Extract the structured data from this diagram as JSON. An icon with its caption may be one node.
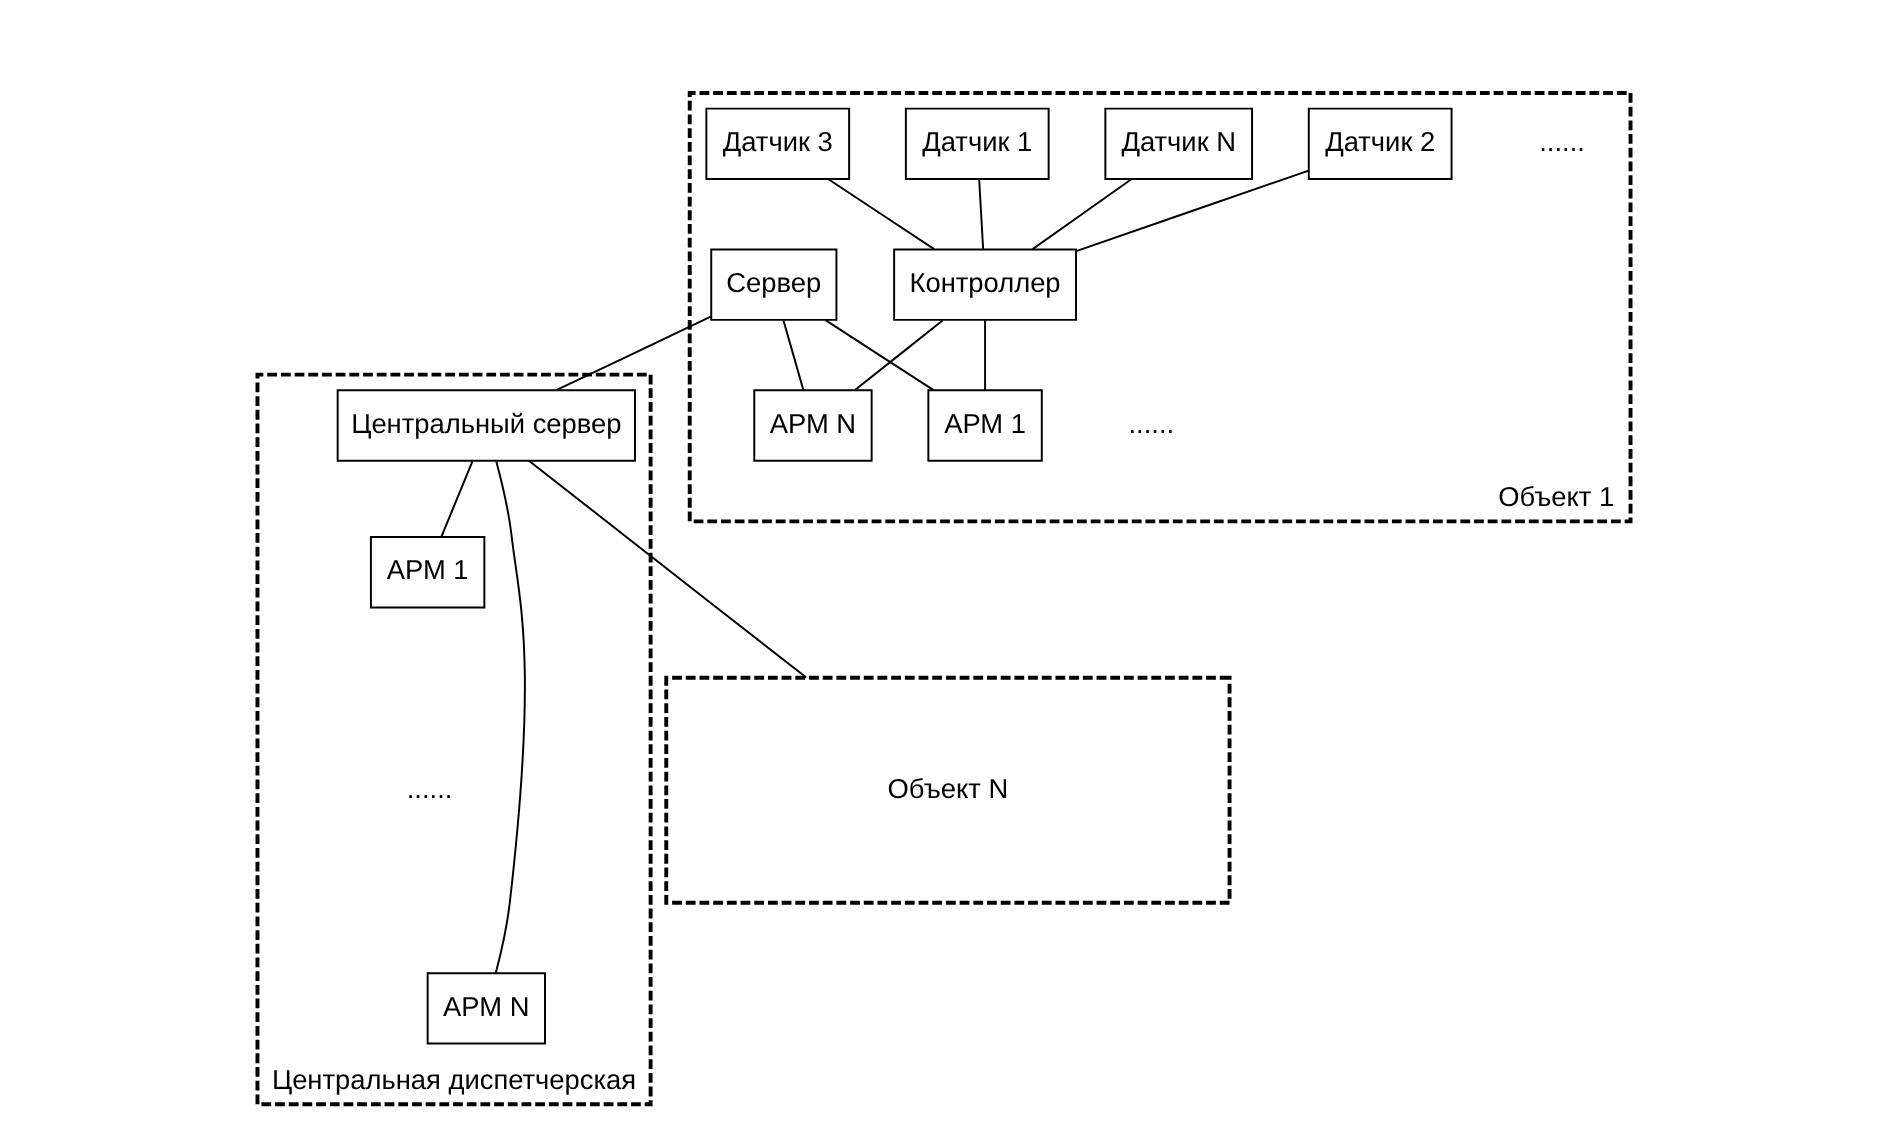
{
  "diagram": {
    "nodes": [
      {
        "text": [
          "Объект 1"
        ]
      },
      {
        "text": [
          "Датчик 1"
        ],
        "in": 0
      },
      {
        "text": [
          "Датчик 2"
        ],
        "in": 0
      },
      {
        "text": [
          "Датчик 3"
        ],
        "in": 0
      },
      {
        "text": [
          "Датчик N"
        ],
        "in": 0
      },
      {
        "text": [
          "Контроллер"
        ],
        "in": 0
      },
      {
        "text": [
          "Сервер"
        ],
        "in": 0
      },
      {
        "text": [
          "АРМ 1"
        ],
        "in": 0
      },
      {
        "text": [
          "АРМ N"
        ],
        "in": 0
      },
      {
        "text": [
          "Центральная диспетчерская"
        ]
      },
      {
        "text": [
          "Центральный сервер"
        ],
        "in": 9
      },
      {
        "text": [
          "АРМ 1"
        ],
        "in": 9
      },
      {
        "text": [
          "АРМ N"
        ],
        "in": 9
      },
      {
        "text": [
          "Объект N"
        ]
      }
    ],
    "edges": [
      {
        "from": 1,
        "to": 5,
        "arrow": "none"
      },
      {
        "from": 2,
        "to": 5,
        "arrow": "none"
      },
      {
        "from": 3,
        "to": 5,
        "arrow": "none"
      },
      {
        "from": 4,
        "to": 5,
        "arrow": "none"
      },
      {
        "from": 5,
        "to": 7,
        "arrow": "none"
      },
      {
        "from": 5,
        "to": 8,
        "arrow": "none"
      },
      {
        "from": 6,
        "to": 7,
        "arrow": "none"
      },
      {
        "from": 6,
        "to": 8,
        "arrow": "none"
      },
      {
        "from": 6,
        "to": 10,
        "arrow": "none"
      },
      {
        "from": 13,
        "to": 10,
        "arrow": "none"
      },
      {
        "from": 10,
        "to": 11,
        "arrow": "none"
      },
      {
        "from": 10,
        "to": 12,
        "arrow": "none"
      }
    ],
    "labels": [
      "......",
      "......",
      "......"
    ]
  }
}
